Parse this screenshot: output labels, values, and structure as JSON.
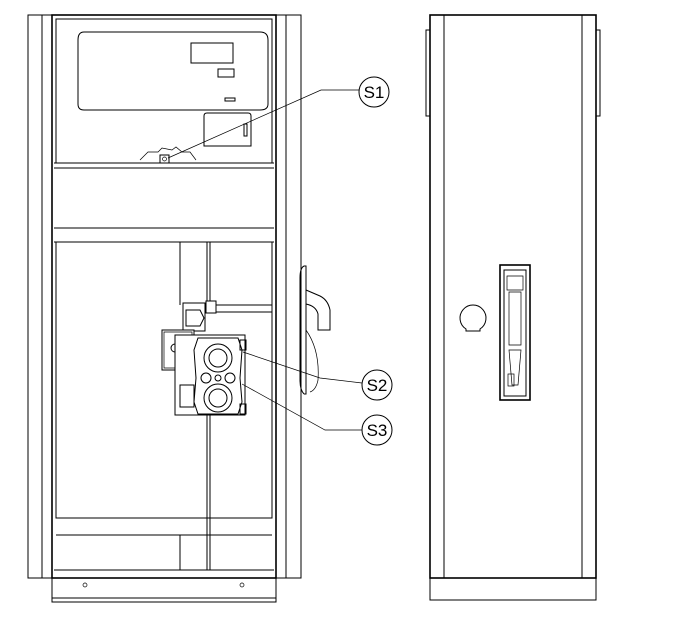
{
  "callouts": {
    "s1": {
      "label": "S1"
    },
    "s2": {
      "label": "S2"
    },
    "s3": {
      "label": "S3"
    }
  }
}
